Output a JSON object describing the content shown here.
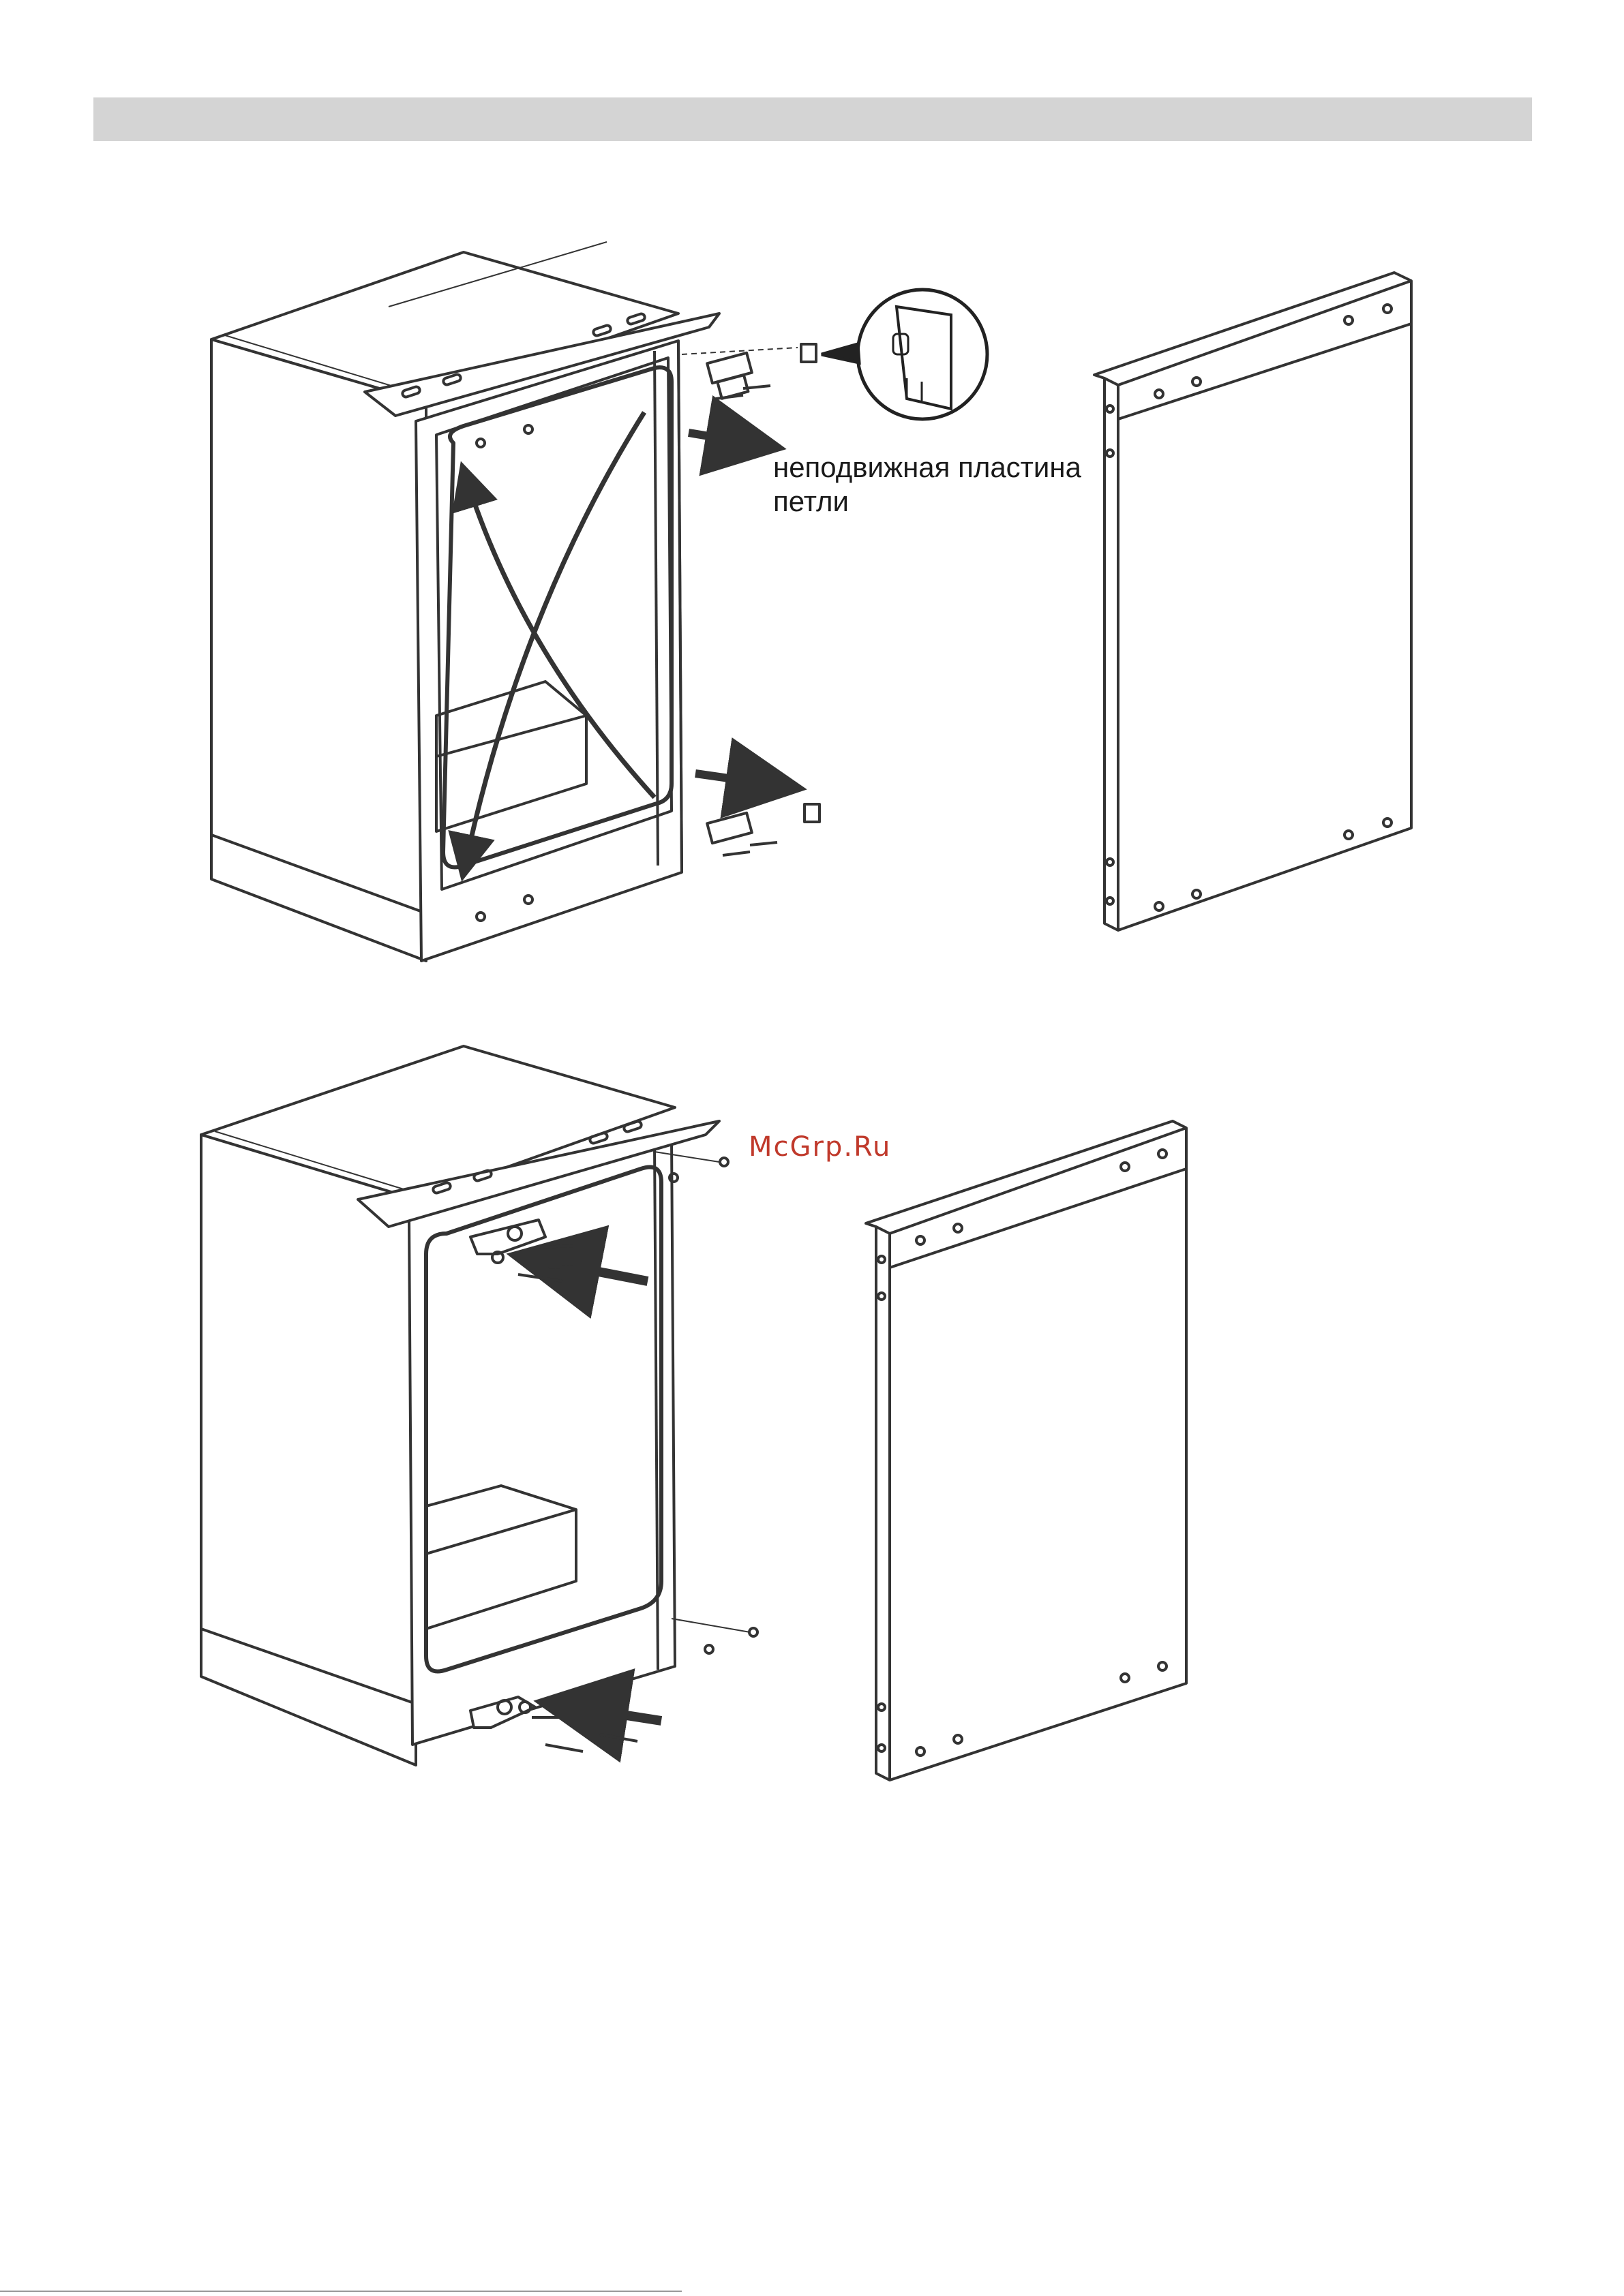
{
  "labels": {
    "fixed_plate_line1": "неподвижная пластина",
    "fixed_plate_line2": "петли"
  },
  "watermark": "McGrp.Ru",
  "colors": {
    "line": "#333333",
    "header_bar": "#d4d4d4",
    "watermark": "#c0392b"
  }
}
